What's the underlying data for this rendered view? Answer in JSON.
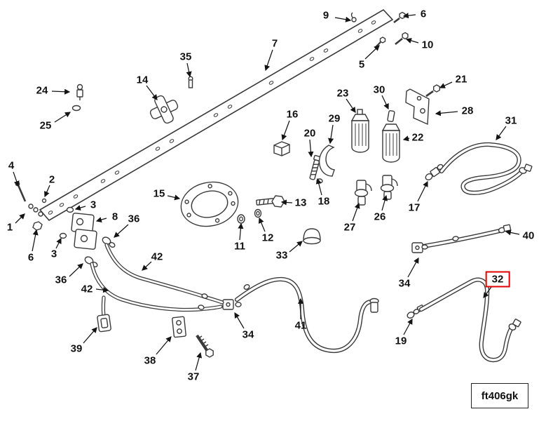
{
  "figure": {
    "code": "ft406gk"
  },
  "colors": {
    "background": "#ffffff",
    "line": "#3a3a3a",
    "text": "#111111"
  },
  "highlight": {
    "part": "32",
    "color": "#e00000"
  },
  "callouts": [
    {
      "label": "9"
    },
    {
      "label": "6"
    },
    {
      "label": "10"
    },
    {
      "label": "5"
    },
    {
      "label": "7"
    },
    {
      "label": "35"
    },
    {
      "label": "21"
    },
    {
      "label": "24"
    },
    {
      "label": "14"
    },
    {
      "label": "25"
    },
    {
      "label": "23"
    },
    {
      "label": "30"
    },
    {
      "label": "28"
    },
    {
      "label": "16"
    },
    {
      "label": "29"
    },
    {
      "label": "22"
    },
    {
      "label": "31"
    },
    {
      "label": "20"
    },
    {
      "label": "4"
    },
    {
      "label": "2"
    },
    {
      "label": "15"
    },
    {
      "label": "13"
    },
    {
      "label": "18"
    },
    {
      "label": "17"
    },
    {
      "label": "3"
    },
    {
      "label": "1"
    },
    {
      "label": "8"
    },
    {
      "label": "36"
    },
    {
      "label": "11"
    },
    {
      "label": "12"
    },
    {
      "label": "27"
    },
    {
      "label": "26"
    },
    {
      "label": "33"
    },
    {
      "label": "40"
    },
    {
      "label": "6"
    },
    {
      "label": "3"
    },
    {
      "label": "36"
    },
    {
      "label": "42"
    },
    {
      "label": "34"
    },
    {
      "label": "42"
    },
    {
      "label": "32",
      "highlighted": true
    },
    {
      "label": "19"
    },
    {
      "label": "41"
    },
    {
      "label": "34"
    },
    {
      "label": "39"
    },
    {
      "label": "38"
    },
    {
      "label": "37"
    }
  ]
}
